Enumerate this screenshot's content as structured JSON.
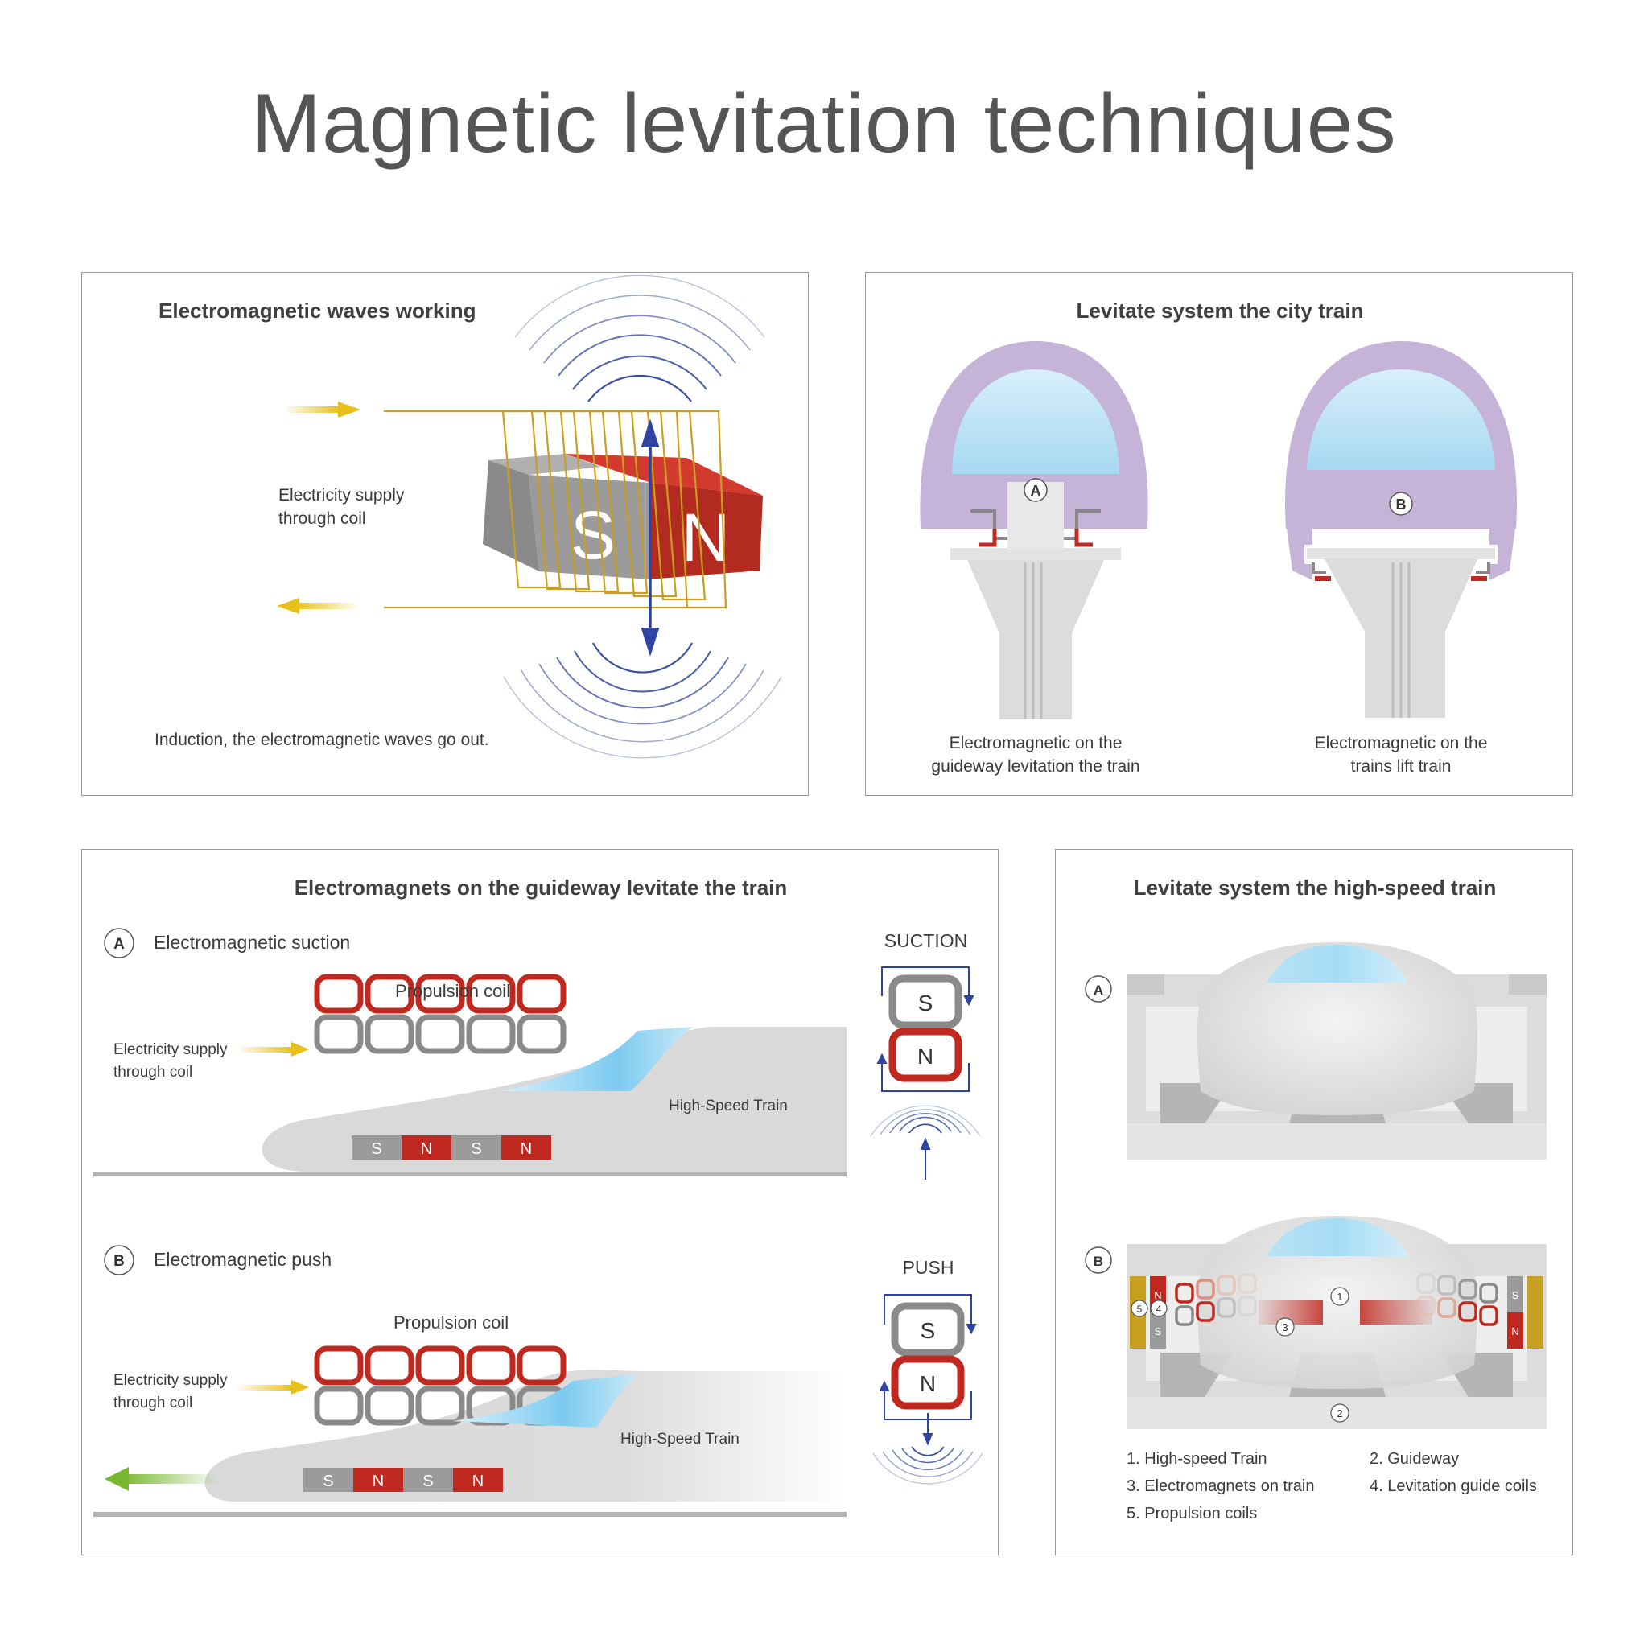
{
  "title": "Magnetic levitation techniques",
  "panel_waves": {
    "title": "Electromagnetic waves working",
    "supply_label_line1": "Electricity supply",
    "supply_label_line2": "through coil",
    "magnet_s": "S",
    "magnet_n": "N",
    "caption": "Induction, the electromagnetic waves go out."
  },
  "panel_city": {
    "title": "Levitate system the city train",
    "a": {
      "badge": "A",
      "caption_line1": "Electromagnetic on the",
      "caption_line2": "guideway levitation the train"
    },
    "b": {
      "badge": "B",
      "caption_line1": "Electromagnetic on the",
      "caption_line2": "trains lift train"
    }
  },
  "panel_guideway": {
    "title": "Electromagnets on the guideway levitate the train",
    "a": {
      "badge": "A",
      "heading": "Electromagnetic suction",
      "coil_label": "Propulsion coil",
      "supply_line1": "Electricity supply",
      "supply_line2": "through coil",
      "train_label": "High-Speed Train",
      "magnets": [
        "S",
        "N",
        "S",
        "N"
      ],
      "mode_label": "SUCTION",
      "top_pole": "S",
      "bottom_pole": "N"
    },
    "b": {
      "badge": "B",
      "heading": "Electromagnetic push",
      "coil_label": "Propulsion coil",
      "supply_line1": "Electricity supply",
      "supply_line2": "through coil",
      "train_label": "High-Speed Train",
      "magnets": [
        "S",
        "N",
        "S",
        "N"
      ],
      "mode_label": "PUSH",
      "top_pole": "S",
      "bottom_pole": "N"
    }
  },
  "panel_highspeed": {
    "title": "Levitate system the high-speed train",
    "badge_a": "A",
    "badge_b": "B",
    "markers": [
      "1",
      "2",
      "3",
      "4",
      "5"
    ],
    "guide_letters": {
      "s": "S",
      "n": "N"
    },
    "legend": [
      "1.  High-speed Train",
      "2.  Guideway",
      "3.  Electromagnets on train",
      "4.  Levitation guide coils",
      "5.  Propulsion coils"
    ]
  },
  "colors": {
    "magnet_red": "#c0291f",
    "magnet_gray": "#9b9b9b",
    "coil_gold": "#c8a020",
    "wave_blue": "#3a4fa0",
    "train_purple": "#c5b3d8",
    "window_blue": "#b9e2f5",
    "arrow_yellow": "#e8c018",
    "arrow_green": "#78b830"
  }
}
